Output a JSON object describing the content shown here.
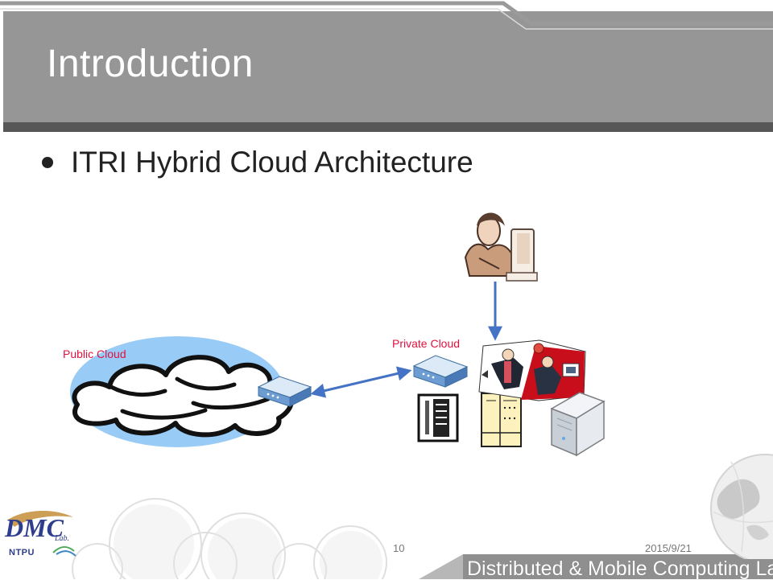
{
  "slide": {
    "title": "Introduction",
    "bullet": "ITRI Hybrid Cloud Architecture"
  },
  "diagram": {
    "public_cloud_label": "Public Cloud",
    "private_cloud_label": "Private Cloud"
  },
  "footer": {
    "page_number": "10",
    "date": "2015/9/21",
    "brand": "Distributed & Mobile Computing Lab."
  },
  "logo": {
    "text": "DMC",
    "lab": "Lab.",
    "school": "NTPU"
  },
  "colors": {
    "title_bar": "#969696",
    "title_bar_dark": "#575757",
    "label_red": "#e0123f",
    "cloud_fill": "#99cbf7",
    "arrow_blue": "#4472c4"
  }
}
